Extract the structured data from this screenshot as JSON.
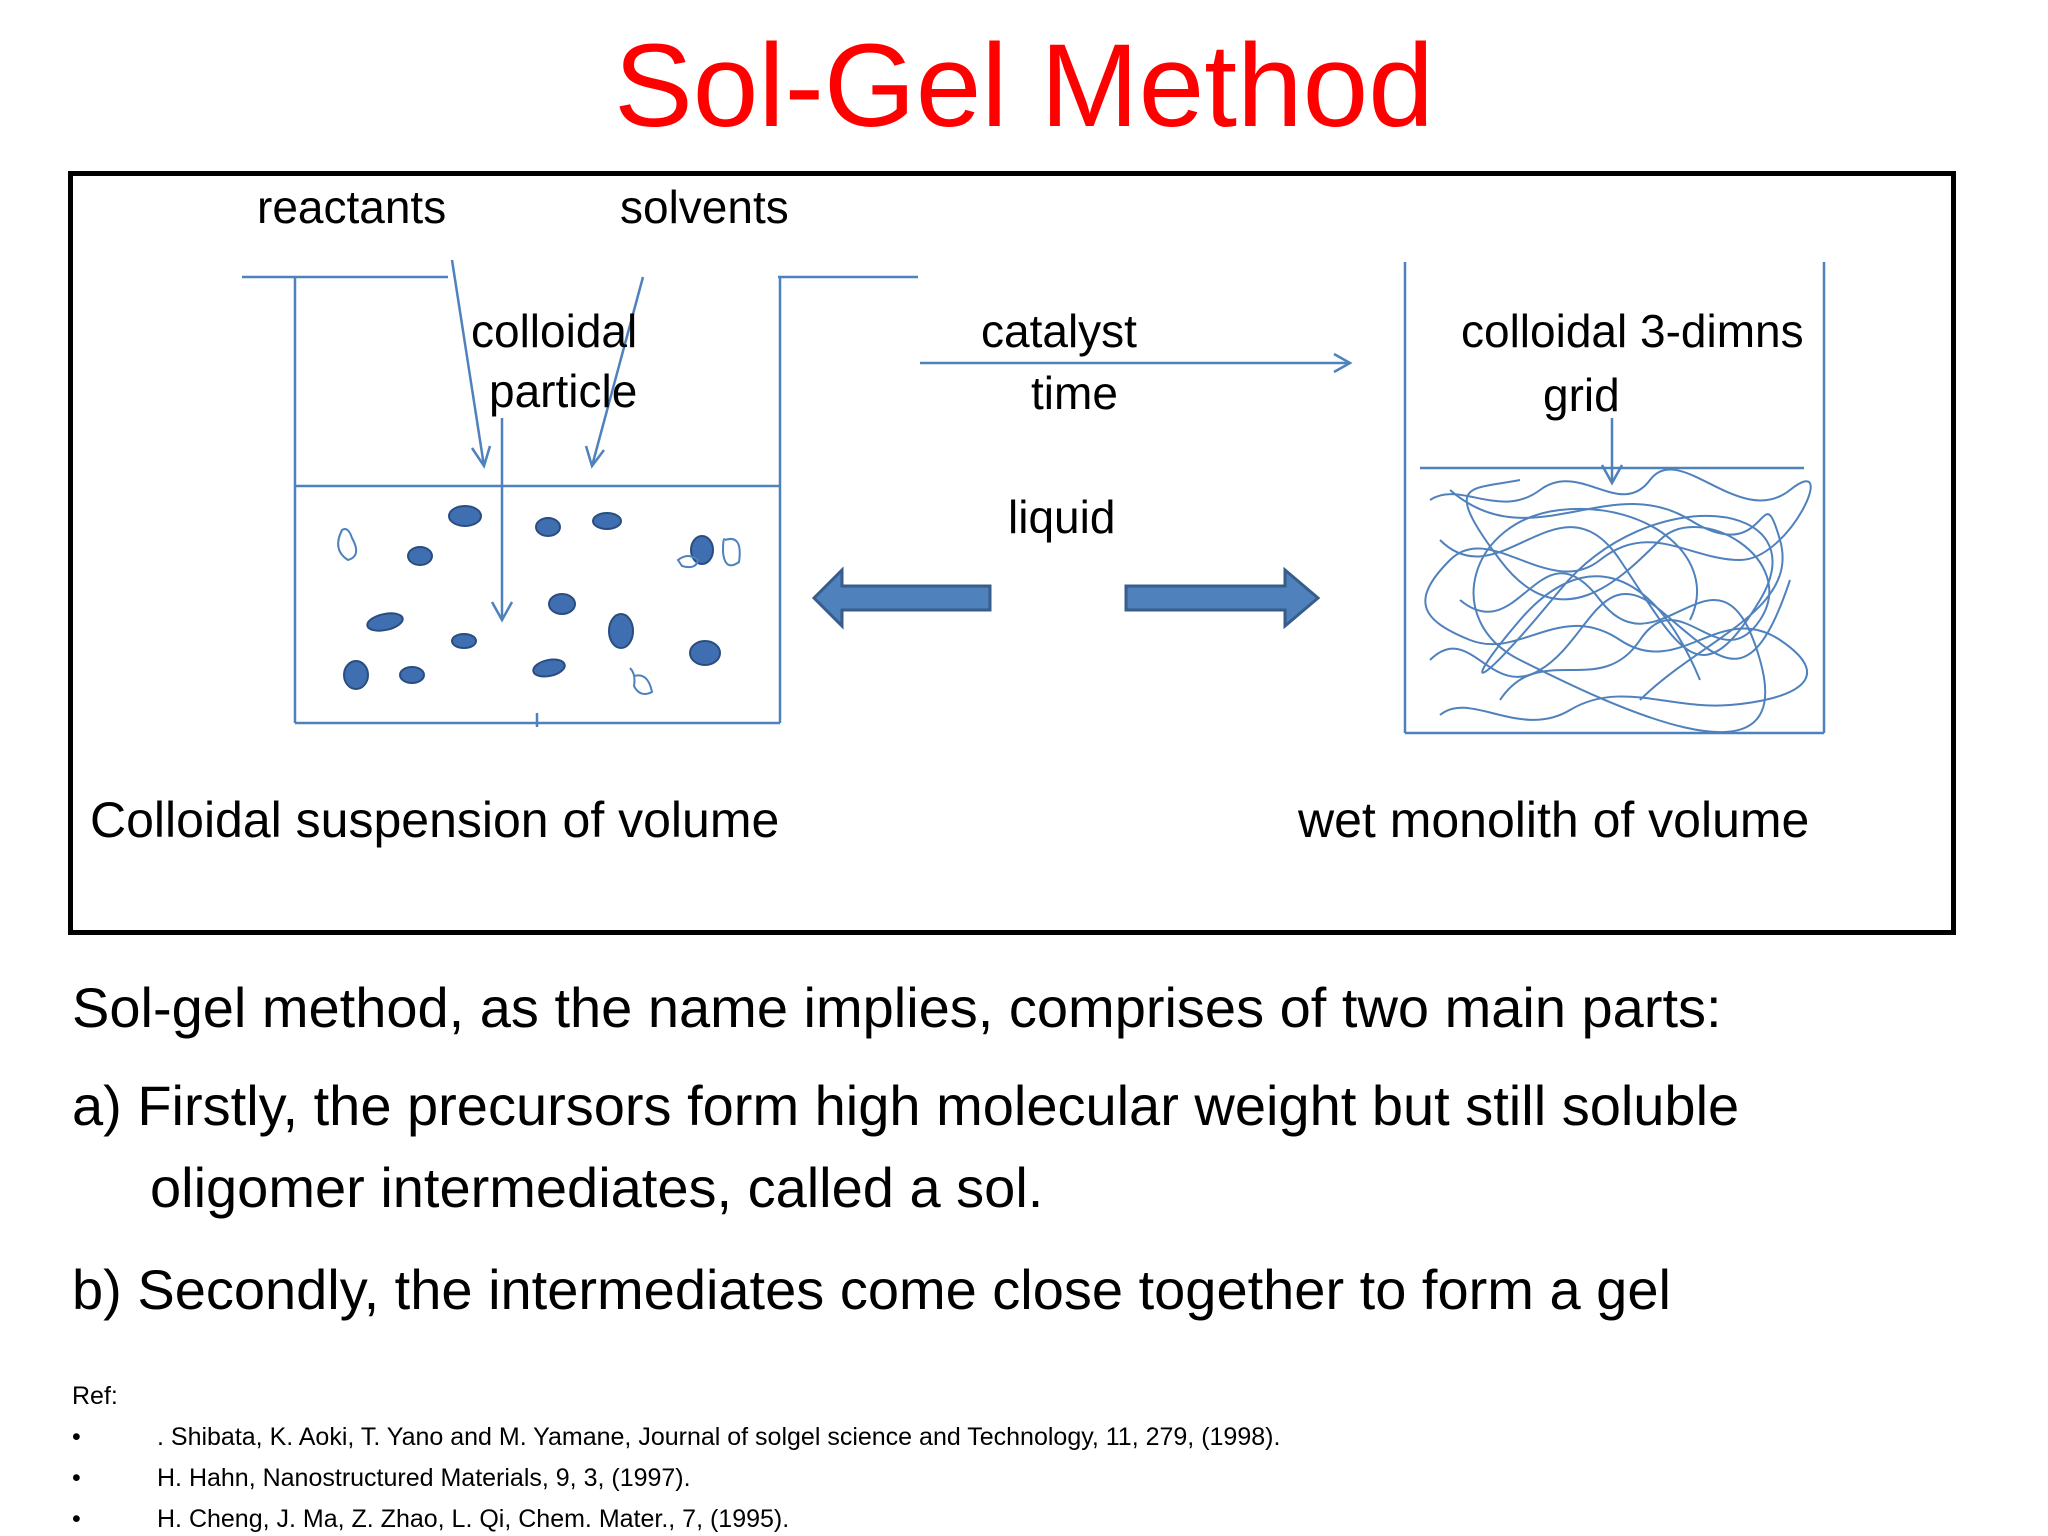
{
  "title": "Sol-Gel Method",
  "colors": {
    "title": "#ff0000",
    "diagram_lines": "#4f81bd",
    "particle_fill": "#3f6fb0",
    "particle_stroke": "#2a4d80",
    "arrow_fill": "#4f81bd",
    "arrow_stroke": "#385d8a"
  },
  "diagram": {
    "reactants": "reactants",
    "solvents": "solvents",
    "colloidal_line1": "colloidal",
    "colloidal_line2": "particle",
    "catalyst": "catalyst",
    "time": "time",
    "liquid": "liquid",
    "grid_line1": "colloidal 3-dimns",
    "grid_line2": "grid",
    "left_caption": "Colloidal  suspension of volume",
    "right_caption": "wet monolith  of volume"
  },
  "body": {
    "intro": "Sol-gel method, as the name implies, comprises of two main parts:",
    "a_line1": "a) Firstly, the precursors form high molecular weight but still soluble",
    "a_line2": "oligomer  intermediates, called a sol.",
    "b_line1": "b) Secondly, the intermediates come close together to form a gel"
  },
  "references": {
    "label": "Ref:",
    "bullet": "•",
    "items": [
      ". Shibata, K. Aoki, T. Yano and M. Yamane, Journal of solgel science and Technology, 11, 279, (1998).",
      "H. Hahn, Nanostructured Materials, 9, 3, (1997).",
      "H. Cheng, J. Ma, Z. Zhao, L. Qi, Chem. Mater., 7, (1995)."
    ]
  }
}
